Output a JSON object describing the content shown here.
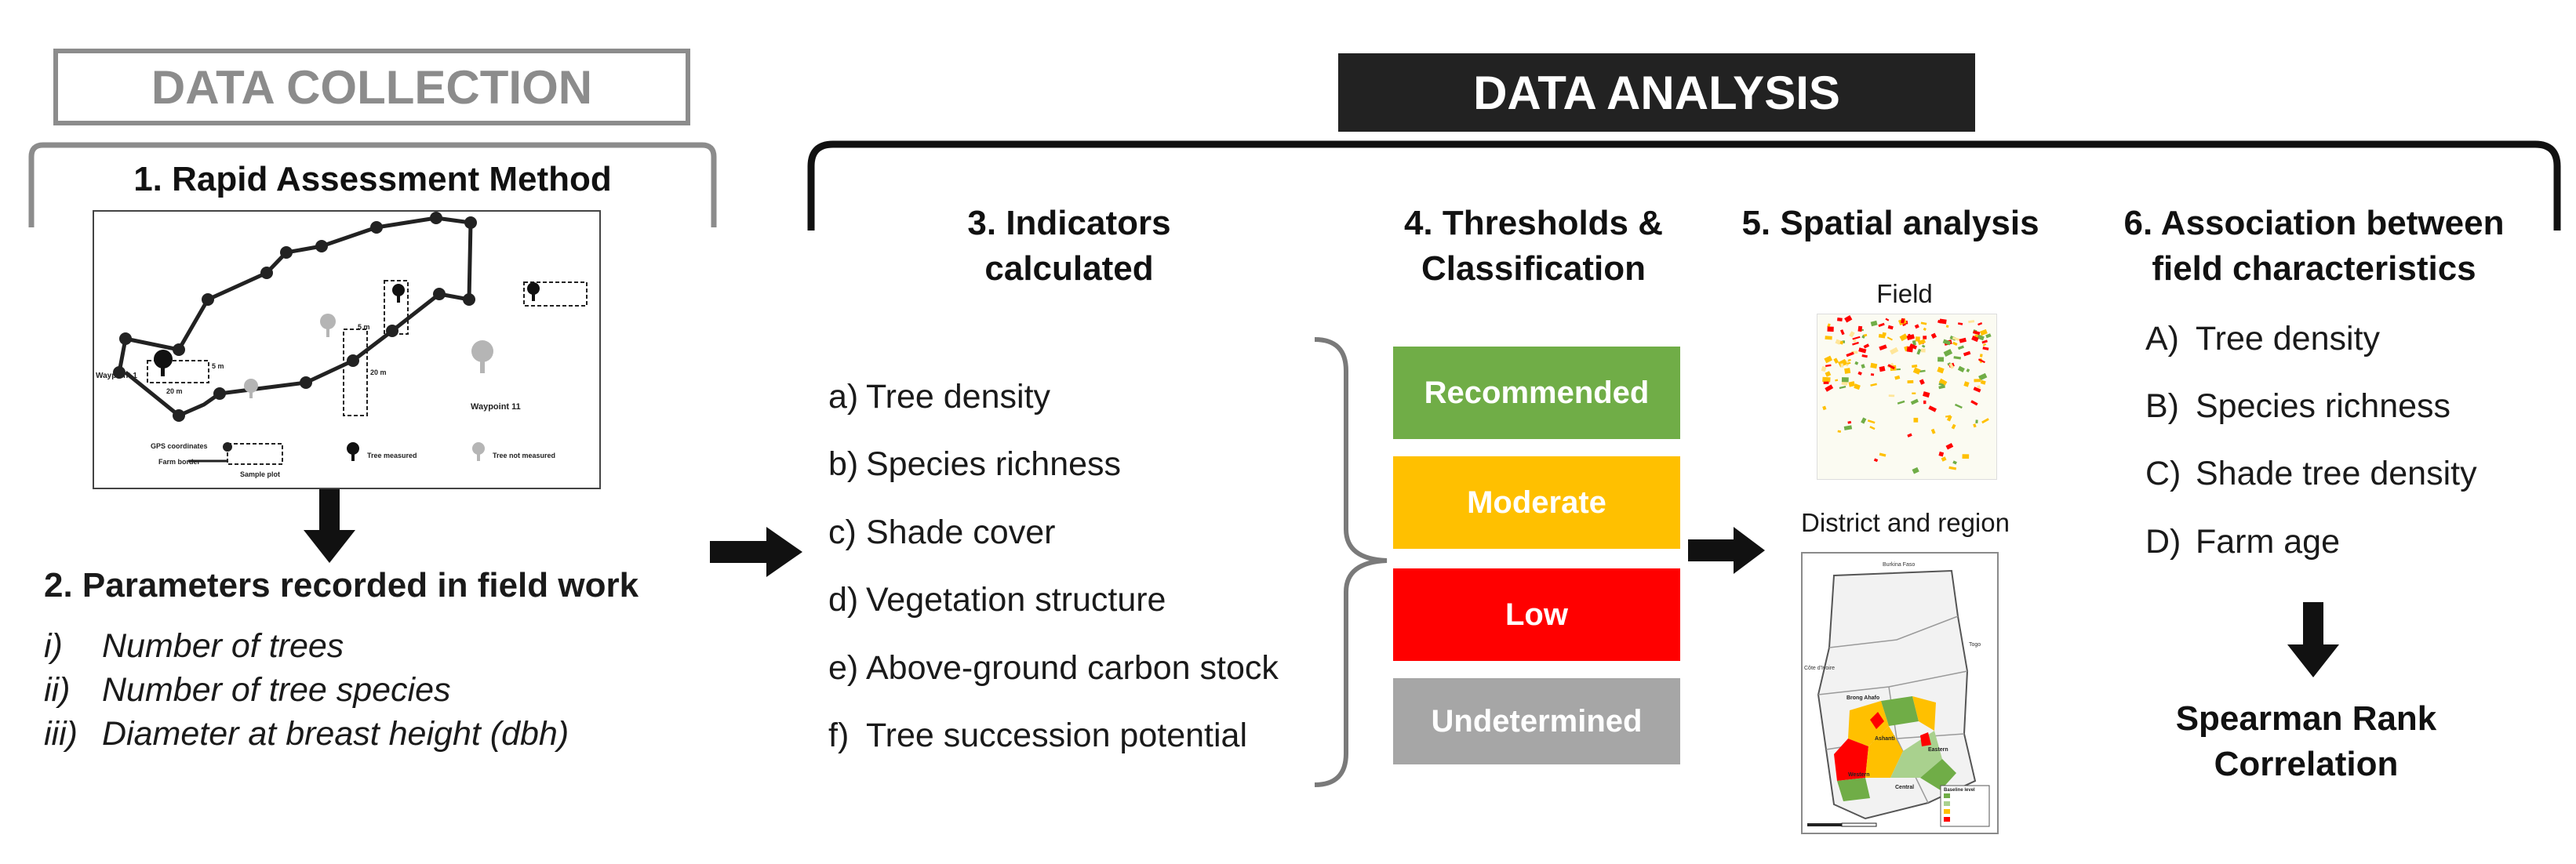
{
  "collection": {
    "header": "DATA COLLECTION",
    "step1_title": "1. Rapid Assessment Method",
    "map": {
      "waypoint_1": "Waypoint 1",
      "waypoint_11": "Waypoint 11",
      "dim_20m": "20 m",
      "dim_5m": "5 m",
      "dim_20m_vertical": "20 m",
      "dim_5m_vertical": "5 m",
      "legend_gps": "GPS coordinates",
      "legend_farm_border": "Farm border",
      "legend_sample_plot": "Sample plot",
      "legend_tree_measured": "Tree measured",
      "legend_tree_not_measured": "Tree not measured"
    },
    "step2_title": "2. Parameters recorded in field work",
    "parameters": [
      {
        "num": "i)",
        "text": "Number of trees"
      },
      {
        "num": "ii)",
        "text": "Number of tree species"
      },
      {
        "num": "iii)",
        "text": "Diameter at breast height (dbh)"
      }
    ]
  },
  "analysis": {
    "header": "DATA ANALYSIS",
    "step3_title_line1": "3. Indicators",
    "step3_title_line2": "calculated",
    "indicators": [
      {
        "label": "a)",
        "text": "Tree density"
      },
      {
        "label": "b)",
        "text": "Species richness"
      },
      {
        "label": "c)",
        "text": "Shade cover"
      },
      {
        "label": "d)",
        "text": "Vegetation structure"
      },
      {
        "label": "e)",
        "text": "Above-ground carbon stock"
      },
      {
        "label": "f)",
        "text": "Tree succession potential"
      }
    ],
    "step4_title_line1": "4. Thresholds &",
    "step4_title_line2": "Classification",
    "classes": [
      {
        "label": "Recommended",
        "color": "#70ad47"
      },
      {
        "label": "Moderate",
        "color": "#ffc000"
      },
      {
        "label": "Low",
        "color": "#ff0000"
      },
      {
        "label": "Undetermined",
        "color": "#a6a6a6"
      }
    ],
    "step5_title": "5. Spatial analysis",
    "field_label": "Field",
    "district_label": "District and region",
    "region_map": {
      "burkina": "Burkina Faso",
      "togo": "Togo",
      "cote": "Côte d'Ivoire",
      "brong": "Brong Ahafo",
      "ashanti": "Ashanti",
      "eastern": "Eastern",
      "western": "Western",
      "central": "Central",
      "legend_title": "Baseline level"
    },
    "step6_title_line1": "6. Association between",
    "step6_title_line2": "field characteristics",
    "associations": [
      {
        "label": "A)",
        "text": "Tree density"
      },
      {
        "label": "B)",
        "text": "Species richness"
      },
      {
        "label": "C)",
        "text": "Shade tree density"
      },
      {
        "label": "D)",
        "text": "Farm age"
      }
    ],
    "result_line1": "Spearman Rank",
    "result_line2": "Correlation"
  }
}
